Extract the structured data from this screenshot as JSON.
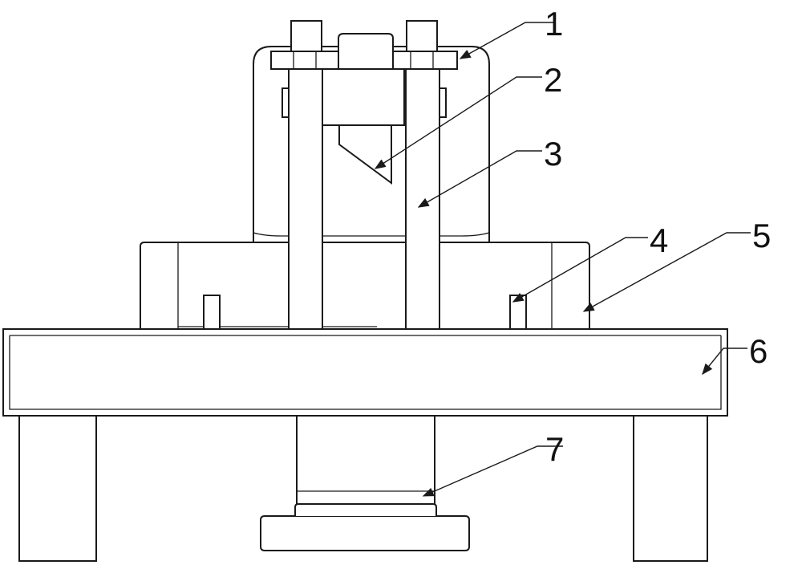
{
  "labels": [
    {
      "id": "1",
      "text": "1"
    },
    {
      "id": "2",
      "text": "2"
    },
    {
      "id": "3",
      "text": "3"
    },
    {
      "id": "4",
      "text": "4"
    },
    {
      "id": "5",
      "text": "5"
    },
    {
      "id": "6",
      "text": "6"
    },
    {
      "id": "7",
      "text": "7"
    }
  ],
  "colors": {
    "line": "#1a1a1a",
    "fill": "#ffffff",
    "text": "#111111"
  }
}
